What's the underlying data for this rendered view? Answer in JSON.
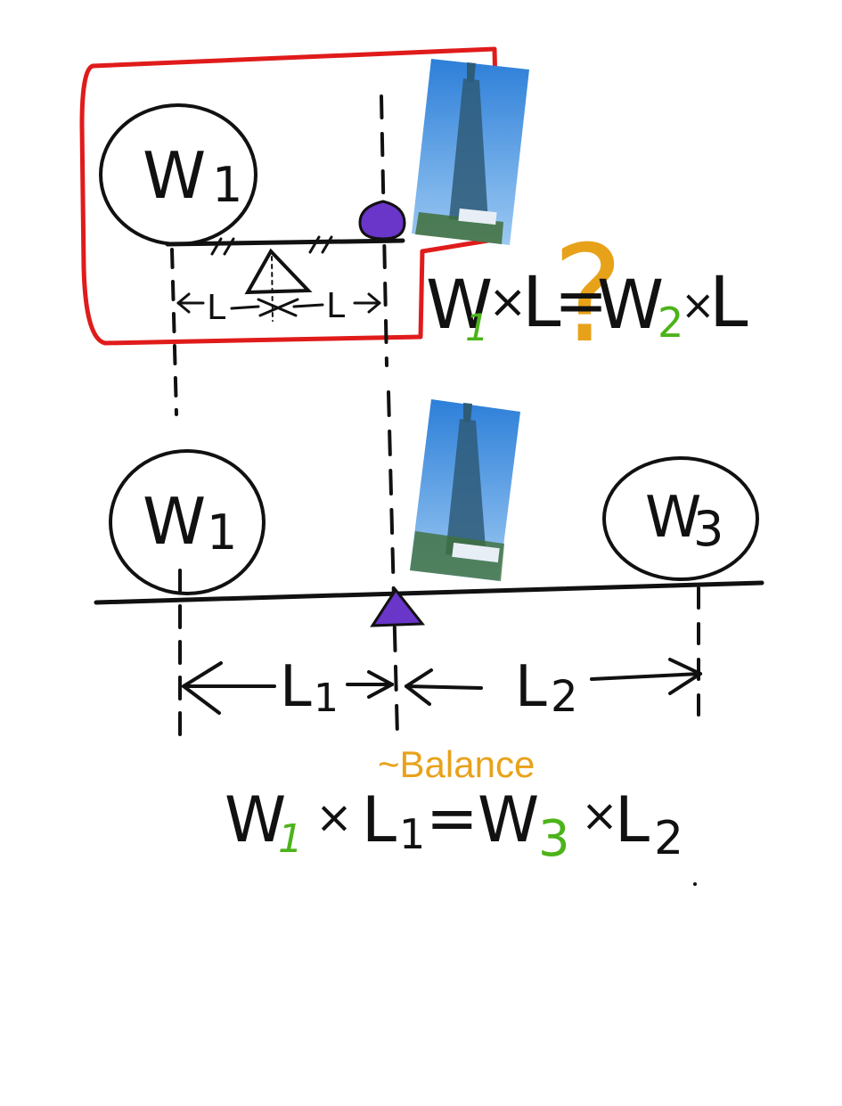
{
  "colors": {
    "ink": "#111111",
    "highlight_box": "#e01b1b",
    "fulcrum": "#6a35c9",
    "question": "#e8a21a",
    "subscript": "#4cb31a",
    "balance": "#e8a21a",
    "sky": "#4a90e2"
  },
  "top_diagram": {
    "weight_label": "W",
    "weight_sub": "1",
    "left_arm_label": "L",
    "right_arm_label": "L",
    "equation": {
      "w1": "W",
      "w1_sub": "1",
      "times1": "×",
      "l1": "L",
      "equals": "=",
      "w2": "W",
      "w2_sub": "2",
      "times2": "×",
      "l2": "L"
    },
    "question_mark": "?",
    "icons": [
      "tower-photo",
      "fulcrum-triangle-icon",
      "purple-weight-icon"
    ]
  },
  "bottom_diagram": {
    "left_weight_label": "W",
    "left_weight_sub": "1",
    "right_weight_label": "W",
    "right_weight_sub": "3",
    "left_arm_label": "L",
    "left_arm_sub": "1",
    "right_arm_label": "L",
    "right_arm_sub": "2",
    "balance_label": "~Balance",
    "equation": {
      "w1": "W",
      "w1_sub": "1",
      "times1": "×",
      "l1": "L",
      "l1_sub": "1",
      "equals": "=",
      "w3": "W",
      "w3_sub": "3",
      "times2": "×",
      "l2": "L",
      "l2_sub": "2"
    }
  }
}
